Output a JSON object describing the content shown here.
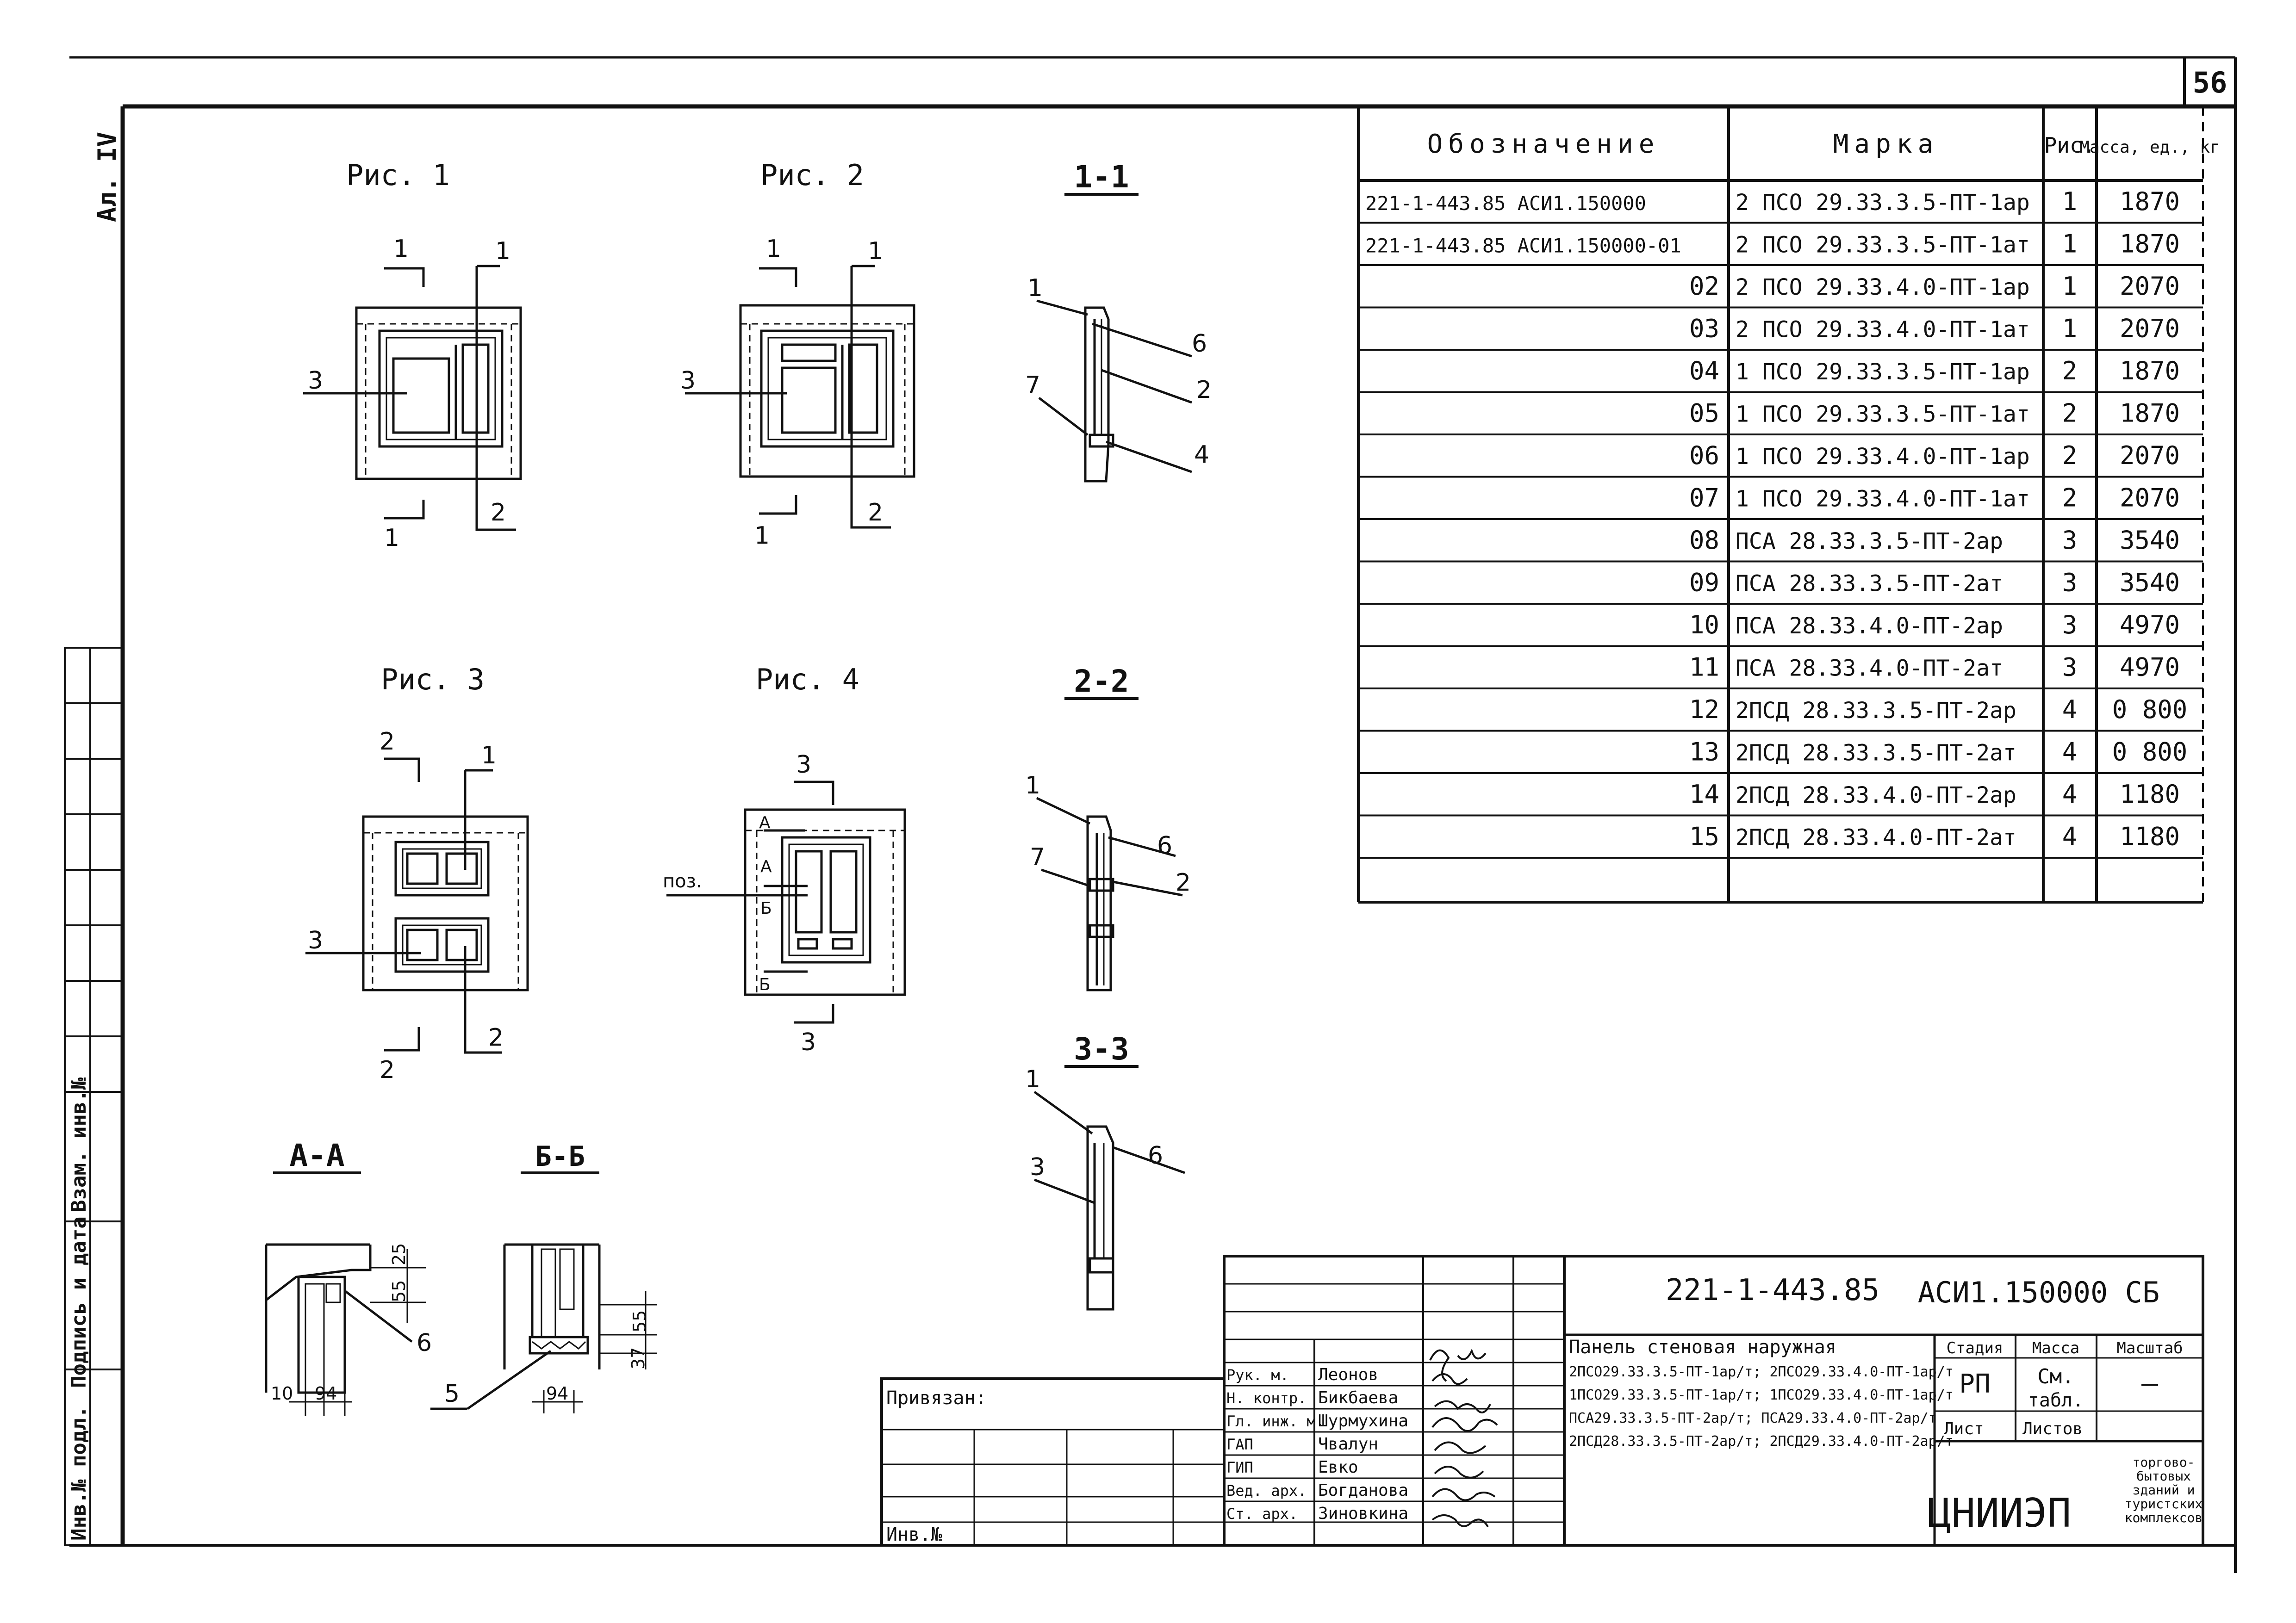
{
  "sheet_number": "56",
  "margin_labels": {
    "album": "Ал. IV",
    "inv_podl": "Инв.№ подл.",
    "podpis_data": "Подпись и дата",
    "vzam_inv": "Взам. инв.№"
  },
  "figures": {
    "fig1": "Рис. 1",
    "fig2": "Рис. 2",
    "fig3": "Рис. 3",
    "fig4": "Рис. 4",
    "sec11": "1-1",
    "sec22": "2-2",
    "sec33": "3-3",
    "secAA": "А-А",
    "secBB": "Б-Б"
  },
  "callouts": {
    "n1": "1",
    "n2": "2",
    "n3": "3",
    "n4": "4",
    "n5": "5",
    "n6": "6",
    "n7": "7",
    "poz": "поз.",
    "A": "А",
    "B": "Б"
  },
  "dims": {
    "d25": "25",
    "d55": "55",
    "d10": "10",
    "d94": "94",
    "d37": "37"
  },
  "spec_table": {
    "headers": [
      "Обозначение",
      "Марка",
      "Рис.",
      "Масса, ед., кг"
    ],
    "rows": [
      [
        "221-1-443.85 АСИ1.150000",
        "2 ПСО 29.33.3.5-ПТ-1ар",
        "1",
        "1870"
      ],
      [
        "221-1-443.85 АСИ1.150000-01",
        "2 ПСО 29.33.3.5-ПТ-1ат",
        "1",
        "1870"
      ],
      [
        "02",
        "2 ПСО 29.33.4.0-ПТ-1ар",
        "1",
        "2070"
      ],
      [
        "03",
        "2 ПСО 29.33.4.0-ПТ-1ат",
        "1",
        "2070"
      ],
      [
        "04",
        "1 ПСО 29.33.3.5-ПТ-1ар",
        "2",
        "1870"
      ],
      [
        "05",
        "1 ПСО 29.33.3.5-ПТ-1ат",
        "2",
        "1870"
      ],
      [
        "06",
        "1 ПСО 29.33.4.0-ПТ-1ар",
        "2",
        "2070"
      ],
      [
        "07",
        "1 ПСО 29.33.4.0-ПТ-1ат",
        "2",
        "2070"
      ],
      [
        "08",
        "ПСА 28.33.3.5-ПТ-2ар",
        "3",
        "3540"
      ],
      [
        "09",
        "ПСА 28.33.3.5-ПТ-2ат",
        "3",
        "3540"
      ],
      [
        "10",
        "ПСА 28.33.4.0-ПТ-2ар",
        "3",
        "4970"
      ],
      [
        "11",
        "ПСА 28.33.4.0-ПТ-2ат",
        "3",
        "4970"
      ],
      [
        "12",
        "2ПСД 28.33.3.5-ПТ-2ар",
        "4",
        "0 800"
      ],
      [
        "13",
        "2ПСД 28.33.3.5-ПТ-2ат",
        "4",
        "0 800"
      ],
      [
        "14",
        "2ПСД 28.33.4.0-ПТ-2ар",
        "4",
        "1180"
      ],
      [
        "15",
        "2ПСД 28.33.4.0-ПТ-2ат",
        "4",
        "1180"
      ]
    ]
  },
  "title_block": {
    "project_code": "221-1-443.85",
    "doc_code": "АСИ1.150000 СБ",
    "title_lines": [
      "Панель стеновая наружная",
      "2ПСО29.33.3.5-ПТ-1ар/т; 2ПСО29.33.4.0-ПТ-1ар/т",
      "1ПСО29.33.3.5-ПТ-1ар/т; 1ПСО29.33.4.0-ПТ-1ар/т",
      "ПСА29.33.3.5-ПТ-2ар/т; ПСА29.33.4.0-ПТ-2ар/т",
      "2ПСД28.33.3.5-ПТ-2ар/т; 2ПСД29.33.4.0-ПТ-2ар/т"
    ],
    "stage_header": "Стадия",
    "mass_header": "Масса",
    "scale_header": "Масштаб",
    "stage": "РП",
    "mass_line1": "См.",
    "mass_line2": "табл.",
    "scale": "—",
    "sheet_label": "Лист",
    "sheets_label": "Листов",
    "org": "ЦНИИЭП",
    "org_sub": [
      "торгово-",
      "бытовых",
      "зданий и",
      "туристских",
      "комплексов"
    ],
    "privyazan": "Привязан:",
    "inv_no": "Инв.№",
    "signatures": [
      {
        "role": "Рук. м.",
        "name": "Леонов"
      },
      {
        "role": "Н. контр.",
        "name": "Бикбаева"
      },
      {
        "role": "Гл. инж. м.",
        "name": "Шурмухина"
      },
      {
        "role": "ГАП",
        "name": "Чвалун"
      },
      {
        "role": "ГИП",
        "name": "Евко"
      },
      {
        "role": "Вед. арх.",
        "name": "Богданова"
      },
      {
        "role": "Ст. арх.",
        "name": "Зиновкина"
      }
    ]
  }
}
